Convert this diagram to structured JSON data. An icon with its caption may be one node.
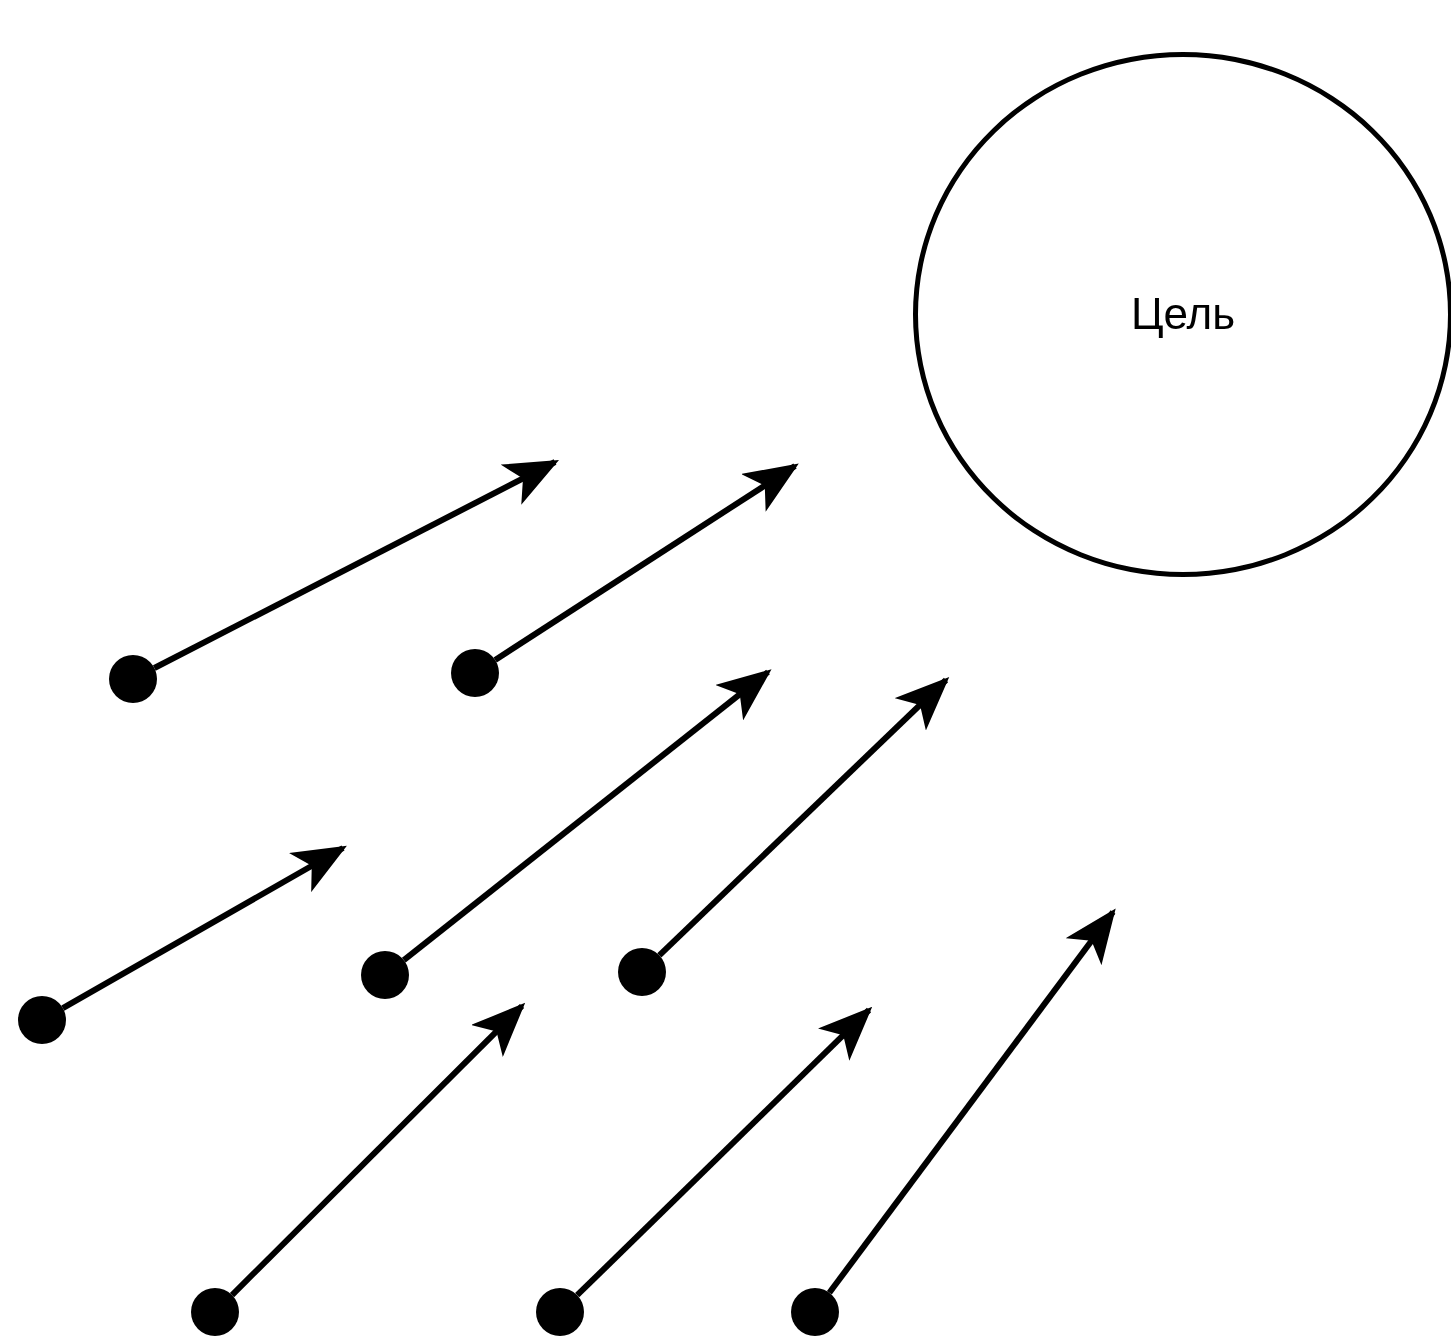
{
  "diagram": {
    "nodes": [
      {
        "text": [
          "Цель"
        ]
      },
      {
        "text": [],
        "shape": "dot"
      },
      {
        "text": [],
        "shape": "dot"
      },
      {
        "text": [],
        "shape": "dot"
      },
      {
        "text": [],
        "shape": "dot"
      },
      {
        "text": [],
        "shape": "dot"
      },
      {
        "text": [],
        "shape": "dot"
      },
      {
        "text": [],
        "shape": "dot"
      },
      {
        "text": [],
        "shape": "dot"
      }
    ],
    "edges": [
      {
        "from": 1,
        "to": null,
        "arrow": "to"
      },
      {
        "from": 2,
        "to": null,
        "arrow": "to"
      },
      {
        "from": 3,
        "to": null,
        "arrow": "to"
      },
      {
        "from": 4,
        "to": null,
        "arrow": "to"
      },
      {
        "from": 5,
        "to": null,
        "arrow": "to"
      },
      {
        "from": 6,
        "to": null,
        "arrow": "to"
      },
      {
        "from": 7,
        "to": null,
        "arrow": "to"
      },
      {
        "from": 8,
        "to": null,
        "arrow": "to"
      }
    ]
  }
}
